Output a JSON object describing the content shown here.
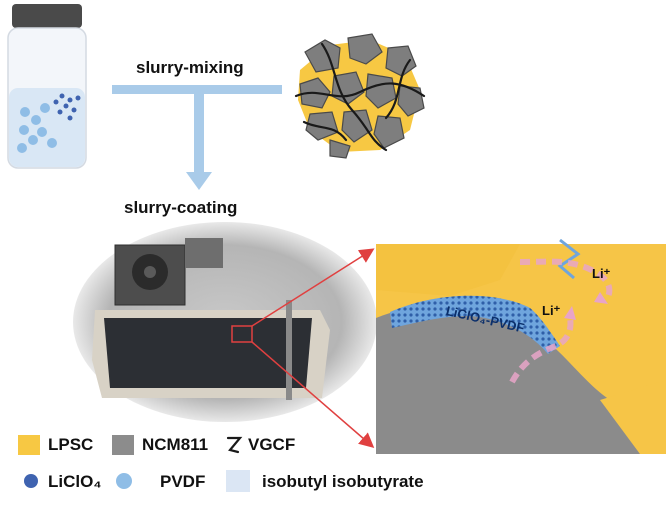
{
  "process": {
    "step1": "slurry-mixing",
    "step2": "slurry-coating"
  },
  "inset": {
    "coating_label": "LiClO₄-PVDF",
    "ion1": "Li⁺",
    "ion2": "Li⁺"
  },
  "legend": {
    "lpsc": "LPSC",
    "ncm": "NCM811",
    "vgcf": "VGCF",
    "liclo4": "LiClO₄",
    "pvdf": "PVDF",
    "solvent": "isobutyl isobutyrate"
  },
  "colors": {
    "lpsc": "#f7c843",
    "ncm": "#8c8c8c",
    "pvdf": "#8fbde6",
    "liclo4": "#3f63b0",
    "solvent": "#dbe6f4",
    "arrow": "#a9cbe9",
    "zoom": "#e04040",
    "liion_path": "#e8a4c8"
  }
}
